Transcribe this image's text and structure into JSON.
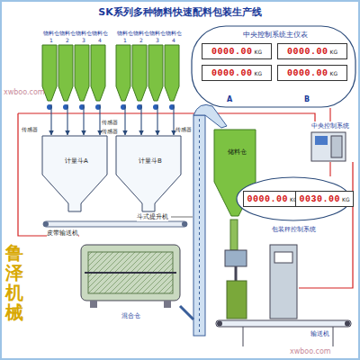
{
  "diagram": {
    "title": "SK系列多种物料快速配料包装生产线",
    "nodes": [
      {
        "text": [
          "物料仓",
          "1"
        ]
      },
      {
        "text": [
          "物料仓",
          "2"
        ]
      },
      {
        "text": [
          "物料仓",
          "3"
        ]
      },
      {
        "text": [
          "物料仓",
          "4"
        ]
      },
      {
        "text": [
          "物料仓",
          "1"
        ]
      },
      {
        "text": [
          "物料仓",
          "2"
        ]
      },
      {
        "text": [
          "物料仓",
          "3"
        ]
      },
      {
        "text": [
          "物料仓",
          "4"
        ]
      },
      {
        "text": [
          "计量斗A"
        ]
      },
      {
        "text": [
          "计量斗B"
        ]
      },
      {
        "text": [
          "中央控制系统主仪表"
        ]
      },
      {
        "text": [
          "0000.00",
          "KG"
        ],
        "in": 10
      },
      {
        "text": [
          "0000.00",
          "KG"
        ],
        "in": 10
      },
      {
        "text": [
          "0000.00",
          "KG"
        ],
        "in": 10
      },
      {
        "text": [
          "0000.00",
          "KG"
        ],
        "in": 10
      },
      {
        "text": [
          "中央控制系统"
        ]
      },
      {
        "text": [
          "储料仓"
        ]
      },
      {
        "text": [
          "包装秤控制系统"
        ]
      },
      {
        "text": [
          "0000.00",
          "KG"
        ],
        "in": 17
      },
      {
        "text": [
          "0030.00",
          "KG"
        ],
        "in": 17
      },
      {
        "text": [
          "混合仓"
        ]
      }
    ],
    "edges": [
      {
        "from": 0,
        "to": 8,
        "arrow": "to"
      },
      {
        "from": 1,
        "to": 8,
        "arrow": "to"
      },
      {
        "from": 2,
        "to": 8,
        "arrow": "to"
      },
      {
        "from": 3,
        "to": 8,
        "arrow": "to"
      },
      {
        "from": 4,
        "to": 9,
        "arrow": "to"
      },
      {
        "from": 5,
        "to": 9,
        "arrow": "to"
      },
      {
        "from": 6,
        "to": 9,
        "arrow": "to"
      },
      {
        "from": 7,
        "to": 9,
        "arrow": "to"
      },
      {
        "from": 15,
        "to": 10,
        "arrow": "none"
      },
      {
        "from": 15,
        "to": 17,
        "arrow": "none"
      }
    ],
    "labels": [
      "A",
      "B",
      "传感器",
      "传感器",
      "传感器",
      "传感器",
      "斗式提升机",
      "皮带输送机",
      "输送机",
      "xwboo.com",
      "xwboo.com",
      "鲁泽机械"
    ]
  }
}
